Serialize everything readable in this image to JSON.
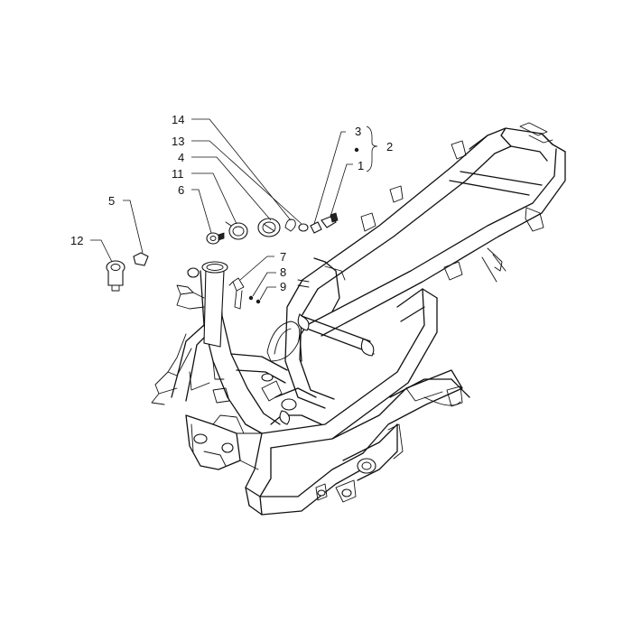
{
  "diagram": {
    "callouts": {
      "c1": "1",
      "c2": "2",
      "c3": "3",
      "c4": "4",
      "c5": "5",
      "c6": "6",
      "c7": "7",
      "c8": "8",
      "c9": "9",
      "c11": "11",
      "c12": "12",
      "c13": "13",
      "c14": "14"
    },
    "parts": [
      "frame",
      "steering-head-tube",
      "footboard-support",
      "parcel-rack-mount",
      "lock-barrel",
      "lock-cover",
      "spring",
      "clip",
      "washer",
      "rivet",
      "connector",
      "ring",
      "cap",
      "lever",
      "pin",
      "pin"
    ],
    "line_color": "#111111",
    "background": "#ffffff"
  }
}
